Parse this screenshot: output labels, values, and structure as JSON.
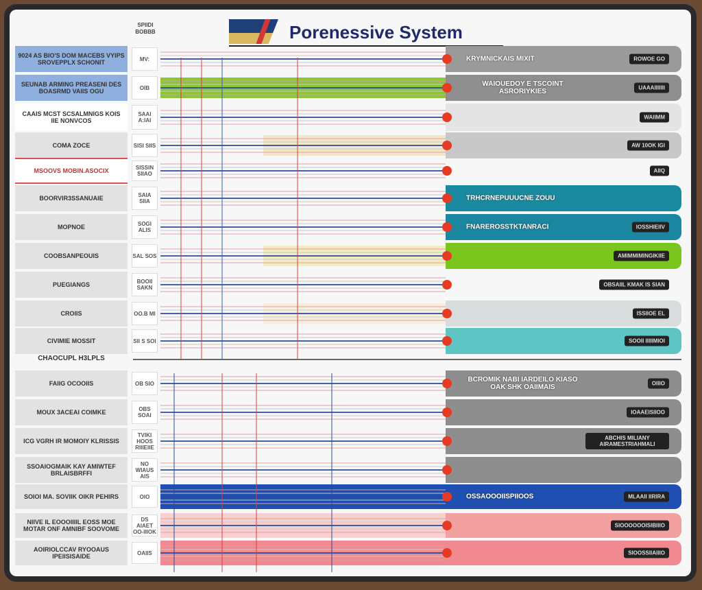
{
  "header": {
    "title": "Porenessive System",
    "logo_text": "SPIIDI BOBBB"
  },
  "colors": {
    "accent_dot": "#e63a22",
    "green": "#7cc41e",
    "teal": "#1a8aa0",
    "blue": "#1f4fb0",
    "pink": "#f2a0a0",
    "gray": "#8f8f8f"
  },
  "top_rows": [
    {
      "label": "9024 AS BIO'S DOM MACEBS VYIPS SROVEPPLX SCHONIT",
      "code": "MV:",
      "right_text": "KRYMNICKAIS MIXIT",
      "right_tag": "ROWOE GO",
      "bar_color": "#9a9a9a",
      "label_bg": "#8fb0de"
    },
    {
      "label": "SEUNAB ARMING PREASENI DES BOASRMD VAIIS OGU",
      "code": "OIB",
      "right_text": "WAIOUEDOY E TSCOINT ASRORIYKIES",
      "right_tag": "UAAAIIIIIII",
      "bar_color": "#8f8f8f",
      "label_bg": "#8fb0de"
    },
    {
      "label": "CAAIS MCST SCSALMNIGS KOIS IIE NONVCOS",
      "code": "SAAI A:IAI",
      "right_text": "",
      "right_tag": "WAIIMM",
      "bar_color": "#e4e4e4",
      "label_bg": "#ffffff"
    },
    {
      "label": "COMA ZOCE",
      "code": "SISI SIIS",
      "right_text": "",
      "right_tag": "AW 10OK IGI",
      "bar_color": "#c8c8c8",
      "label_bg": "#e2e2e2"
    },
    {
      "label": "MSOOVS MOBIN.ASOCIX",
      "code": "SISSIN SIIAO",
      "right_text": "",
      "right_tag": "AIIQ",
      "bar_color": "#f7f7f7",
      "label_bg": "#ffffff"
    },
    {
      "label": "BOORVIR3SSANUAIE",
      "code": "SAIA SIIA",
      "right_text": "TRHCRNEPUUUCNE ZOUU",
      "right_tag": "",
      "bar_color": "#1a8aa0",
      "label_bg": "#e2e2e2"
    },
    {
      "label": "MOPNOE",
      "code": "SOGI ALIS",
      "right_text": "FNAREROSSTKTANRACI",
      "right_tag": "IOSSHIEIIV",
      "bar_color": "#1a86a0",
      "label_bg": "#e2e2e2"
    },
    {
      "label": "COOBSANPEOUIS",
      "code": "SAL SOS",
      "right_text": "",
      "right_tag": "AMIMMIMINGIKIIE",
      "bar_color": "#7cc41e",
      "label_bg": "#e2e2e2"
    },
    {
      "label": "PUEGIANGS",
      "code": "BOOII SAKN",
      "right_text": "",
      "right_tag": "OBSAIIL  KMAK IS SIAN",
      "bar_color": "#f7f7f7",
      "label_bg": "#e2e2e2"
    },
    {
      "label": "CROIIS",
      "code": "OO.B MI",
      "right_text": "",
      "right_tag": "ISSIIOE EL",
      "bar_color": "#d8dcdc",
      "label_bg": "#e2e2e2"
    },
    {
      "label": "CIVIMIE MOSSIT",
      "code": "SII S SOI",
      "right_text": "",
      "right_tag": "SOOII IIIIIMIOI",
      "bar_color": "#5fc4c4",
      "label_bg": "#e2e2e2"
    }
  ],
  "section_label": "CHAOCUPL H3LPLS",
  "bottom_rows": [
    {
      "label": "FAIIG OCOOIIS",
      "code": "OB SIO",
      "right_text": "BCROMIK NABI IARDEILO KIASO OAK SHK OAIIMAIS",
      "right_tag": "OIIIO",
      "bar_color": "#8e8e8e"
    },
    {
      "label": "MOUX 3ACEAI COIMKE",
      "code": "OBS SOAI",
      "right_text": "",
      "right_tag": "IOAAEISIIOO",
      "bar_color": "#8e8e8e"
    },
    {
      "label": "ICG VGRH IR MOMOIY KLRISSIS",
      "code": "TVIKI HOOS RIIIEIIE",
      "right_text": "",
      "right_tag": "ABCHIS MILIANY AIRAMESTRIAHMALI",
      "bar_color": "#8e8e8e"
    },
    {
      "label": "SSOAIOGMAIK KAY AMIWTEF BRLAISBRFFI",
      "code": "NO WIAUS AIS",
      "right_text": "",
      "right_tag": "",
      "bar_color": "#8e8e8e"
    },
    {
      "label": "SOIOI MA. SOVIIK OIKR PEHIRS",
      "code": "OIO",
      "right_text": "OSSAOOOIISPIIOOS",
      "right_tag": "MLAAII IIRIRA",
      "bar_color": "#1f4fb0"
    },
    {
      "label": "NIIVE IL EOOOIIIIL EOSS MOE MOTAR ONF AMNIBF SOOVOME",
      "code": "DS AIAET OO-IIIOK",
      "right_text": "",
      "right_tag": "SIOOOOOOISIBIIIO",
      "bar_color": "#f2a0a0"
    },
    {
      "label": "AOIRIOLCCAV RYOOAUS IPEIISISAIDE",
      "code": "OAIIS",
      "right_text": "",
      "right_tag": "SIOOSSIIAIIIO",
      "bar_color": "#f08a90"
    }
  ]
}
